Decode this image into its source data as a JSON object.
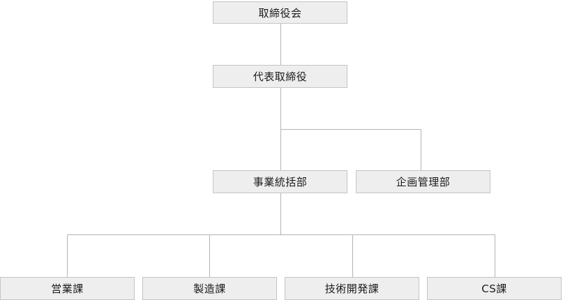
{
  "org_chart": {
    "board": "取締役会",
    "ceo": "代表取締役",
    "business_division": "事業統括部",
    "planning_division": "企画管理部",
    "sections": {
      "sales": "営業課",
      "manufacturing": "製造課",
      "tech_dev": "技術開発課",
      "cs": "CS課"
    }
  }
}
